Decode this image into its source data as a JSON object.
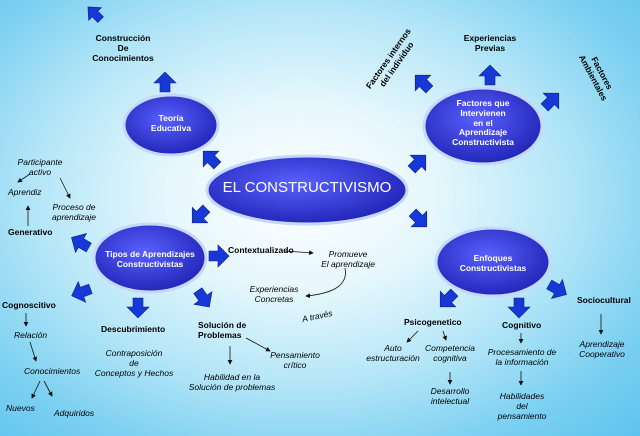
{
  "central": "EL CONSTRUCTIVISMO",
  "nodes": {
    "teoria": "Teoría\nEducativa",
    "factores": "Factores que\nIntervienen\nen el\nAprendizaje\nConstructivista",
    "tipos": "Tipos de Aprendizajes\nConstructivistas",
    "enfoques": "Enfoques\nConstructivistas"
  },
  "teoria_branch": {
    "construccion": "Construcción\nDe\nConocimientos"
  },
  "factores_branch": {
    "internos": "Factores internos\ndel individuo",
    "previas": "Experiencias\nPrevias",
    "ambientales": "Factores\nAmbientales"
  },
  "generativo_branch": {
    "generativo": "Generativo",
    "participante": "Participante\nactivo",
    "aprendiz": "Aprendiz",
    "proceso": "Proceso de\naprendizaje"
  },
  "cognoscitivo_branch": {
    "cognoscitivo": "Cognoscitivo",
    "relacion": "Relación",
    "conocimientos": "Conocimientos",
    "nuevos": "Nuevos",
    "adquiridos": "Adquiridos"
  },
  "descubrimiento_branch": {
    "descubrimiento": "Descubrimiento",
    "contraposicion": "Contraposición\nde\nConceptos y Hechos"
  },
  "solucion_branch": {
    "solucion": "Solución de\nProblemas",
    "habilidad": "Habilidad en la\nSolución de problemas",
    "pensamiento": "Pensamiento\ncrítico"
  },
  "contextualizado_branch": {
    "contextualizado": "Contextualizado",
    "promueve": "Promueve\nEl aprendizaje",
    "experiencias": "Experiencias\nConcretas",
    "atraves": "A través"
  },
  "psicogenetico_branch": {
    "psicogenetico": "Psicogenetico",
    "auto": "Auto\nestructuración",
    "competencia": "Competencia\ncognitiva",
    "desarrollo": "Desarrollo\nintelectual"
  },
  "cognitivo_branch": {
    "cognitivo": "Cognitivo",
    "procesamiento": "Procesamiento de\nla información",
    "habilidades": "Habilidades\ndel\npensamiento"
  },
  "sociocultural_branch": {
    "sociocultural": "Sociocultural",
    "cooperativo": "Aprendizaje\nCooperativo"
  },
  "colors": {
    "ellipse_fill": "#3a3fd0",
    "ellipse_stroke": "#c7d8ff",
    "arrow_fill": "#1638d6",
    "background_center": "#ffffff",
    "background_edge": "#5ec4ee"
  }
}
